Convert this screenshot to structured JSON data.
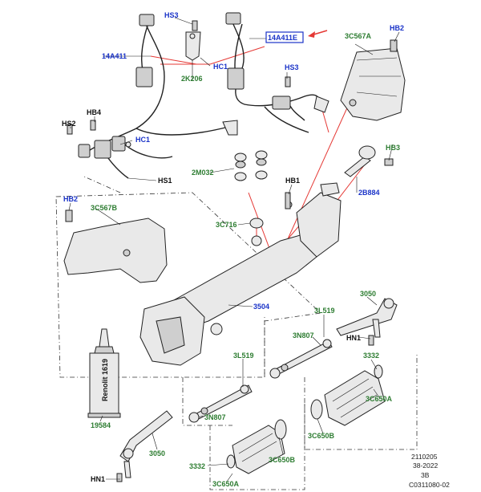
{
  "callouts": {
    "c14A411": "14A411",
    "hs3_top": "HS3",
    "c14A411E": "14A411E",
    "c3C567A": "3C567A",
    "hb2_top": "HB2",
    "c2K206": "2K206",
    "hc1_top": "HC1",
    "hs3_mid": "HS3",
    "hb4": "HB4",
    "hs2": "HS2",
    "hc1_left": "HC1",
    "hs1": "HS1",
    "hb3": "HB3",
    "c2M032": "2M032",
    "c2B884": "2B884",
    "hb1": "HB1",
    "hb2_left": "HB2",
    "c3C567B": "3C567B",
    "c3C716": "3C716",
    "c3504": "3504",
    "c3L519_right": "3L519",
    "c3050_right": "3050",
    "c3N807_right": "3N807",
    "hn1_right": "HN1",
    "c3332_right": "3332",
    "c3C650A_right": "3C650A",
    "c3C650B_right": "3C650B",
    "c3L519_left": "3L519",
    "c3N807_left": "3N807",
    "c19584": "19584",
    "c3050_left": "3050",
    "c3332_left": "3332",
    "c3C650B_left": "3C650B",
    "c3C650A_left": "3C650A",
    "hn1_left": "HN1"
  },
  "tube_label": "Renolit 1619",
  "footer": {
    "line1": "2110205",
    "line2": "38-2022",
    "line3": "3B",
    "line4": "C0311080-02"
  },
  "colors": {
    "part_number": "#2e7d32",
    "fixing": "#1a33c8",
    "highlight": "#e53935",
    "selected_box": "#1a33c8"
  }
}
